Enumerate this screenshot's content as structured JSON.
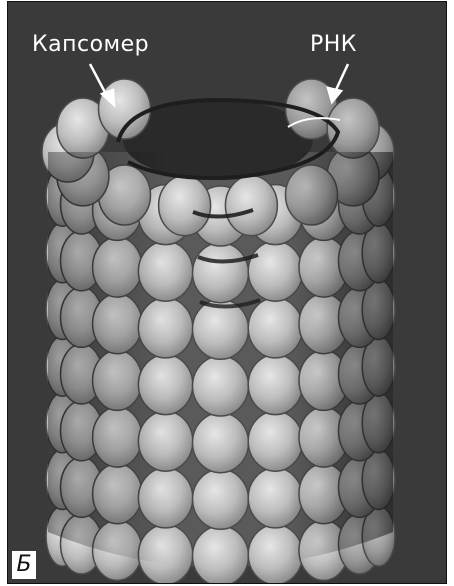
{
  "labels": {
    "capsomer": "Капсомер",
    "rna": "РНК"
  },
  "panel_letter": "Б",
  "colors": {
    "background": "#3a3a3a",
    "capsomer_fill": "#bdbdbd",
    "capsomer_shade": "#8e8e8e",
    "capsomer_highlight": "#e2e2e2",
    "rna_helix": "#1e1e1e"
  },
  "structure": {
    "rings_visible": 7,
    "capsomers_per_ring_visible": 9
  }
}
